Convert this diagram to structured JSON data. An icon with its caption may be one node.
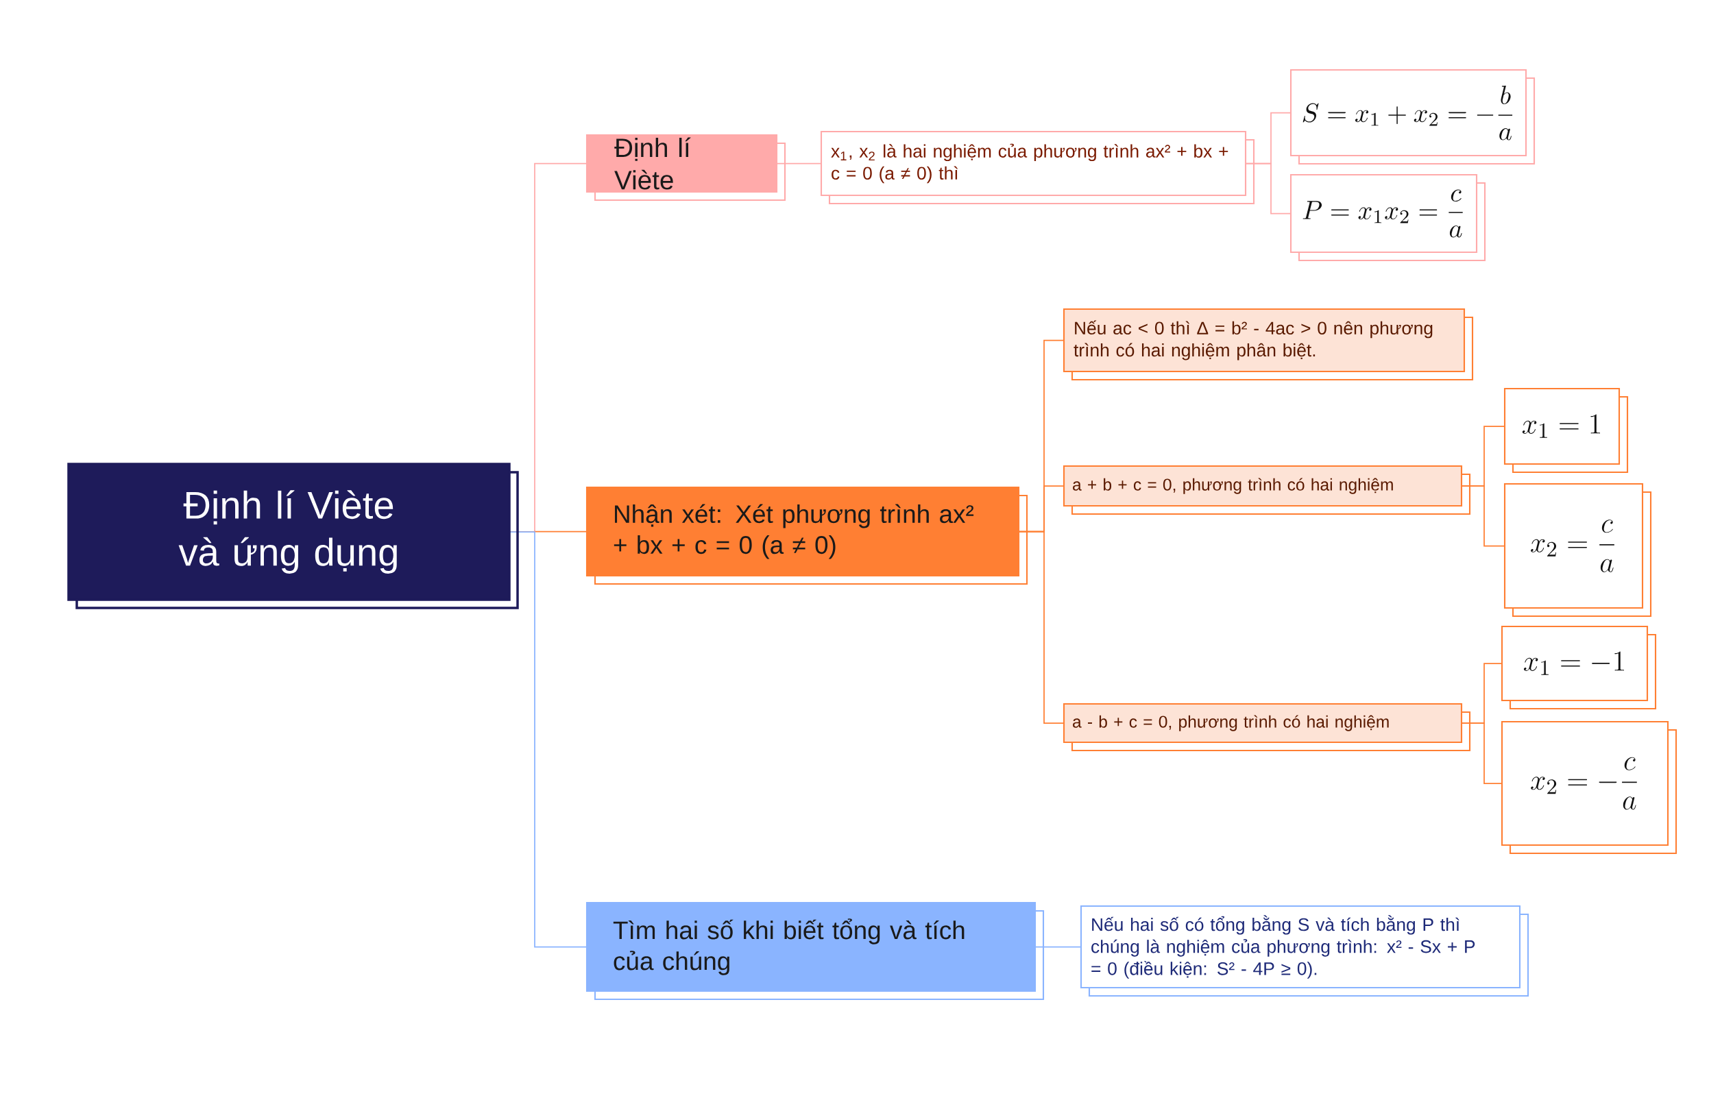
{
  "diagram": {
    "nodes": [
      {
        "text": [
          "Định lí Viète và ứng dụng"
        ]
      },
      {
        "text": [
          "Định lí Viète"
        ]
      },
      {
        "text": [
          "x$_{1}$, x$_{2}$ là hai nghiệm của phương trình ax² + bx + c = 0 (a ≠ 0) thì"
        ]
      },
      {
        "text": [
          "S=x_1+x_2=-\\frac{b}{a}"
        ]
      },
      {
        "text": [
          "P=x_1x_2=\\frac{c}{a}"
        ]
      },
      {
        "text": [
          "Nhận xét: Xét phương trình ax² + bx + c = 0 (a ≠ 0)"
        ]
      },
      {
        "text": [
          "Nếu ac < 0 thì Δ = b² - 4ac > 0 nên phương trình có hai nghiệm phân biệt."
        ]
      },
      {
        "text": [
          "a + b + c = 0, phương trình có hai nghiệm"
        ]
      },
      {
        "text": [
          "x_1=1"
        ]
      },
      {
        "text": [
          "x_2=\\frac{c}{a}"
        ]
      },
      {
        "text": [
          "a - b + c = 0, phương trình có hai nghiệm"
        ]
      },
      {
        "text": [
          "x_1=-1"
        ]
      },
      {
        "text": [
          "x_2=-\\frac{c}{a}"
        ]
      },
      {
        "text": [
          "Tìm hai số khi biết tổng và tích của chúng"
        ]
      },
      {
        "text": [
          "Nếu hai số có tổng bằng S và tích bằng P thì chúng là nghiệm của phương trình: x² - Sx + P = 0 (điều kiện: S² - 4P ≥ 0)."
        ]
      }
    ],
    "edges": [
      {
        "from": 0,
        "to": 1,
        "arrow": "none",
        "color": "#ffaaaa"
      },
      {
        "from": 0,
        "to": 5,
        "arrow": "none"
      },
      {
        "from": 0,
        "to": 13,
        "arrow": "none",
        "color": "#8ab4ff"
      },
      {
        "from": 1,
        "to": 2,
        "arrow": "none",
        "color": "#ffaaaa"
      },
      {
        "from": 2,
        "to": 3,
        "arrow": "none",
        "color": "#ffaaaa"
      },
      {
        "from": 2,
        "to": 4,
        "arrow": "none",
        "color": "#ffaaaa"
      },
      {
        "from": 5,
        "to": 6,
        "arrow": "none"
      },
      {
        "from": 5,
        "to": 7,
        "arrow": "none"
      },
      {
        "from": 5,
        "to": 10,
        "arrow": "none"
      },
      {
        "from": 7,
        "to": 8,
        "arrow": "none"
      },
      {
        "from": 7,
        "to": 9,
        "arrow": "none"
      },
      {
        "from": 10,
        "to": 11,
        "arrow": "none"
      },
      {
        "from": 10,
        "to": 12,
        "arrow": "none"
      },
      {
        "from": 13,
        "to": 14,
        "arrow": "none",
        "color": "#8ab4ff"
      }
    ]
  }
}
